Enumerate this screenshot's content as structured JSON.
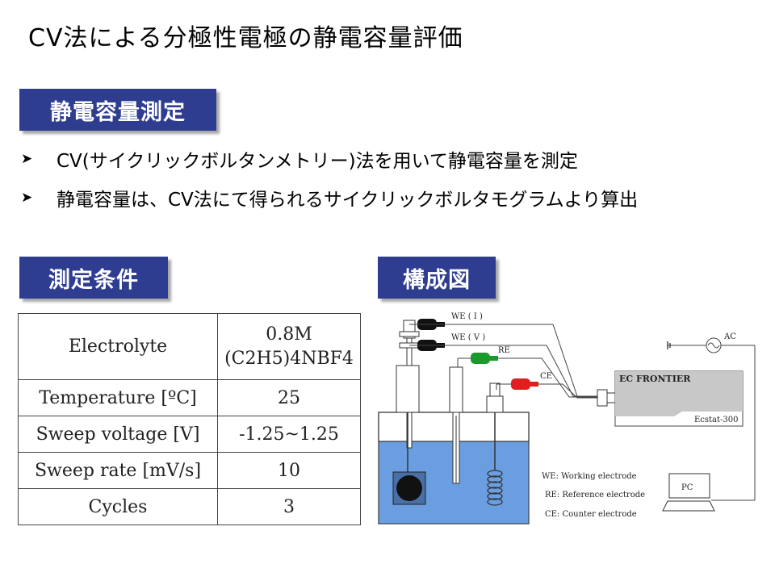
{
  "title": "CV法による分極性電極の静電容量評価",
  "section_capacitance": "静電容量測定",
  "bullets": [
    "CV(サイクリックボルタンメトリー)法を用いて静電容量を測定",
    "静電容量は、CV法にて得られるサイクリックボルタモグラムより算出"
  ],
  "section_conditions": "測定条件",
  "section_config": "構成図",
  "conditions": {
    "rows": [
      {
        "label": "Electrolyte",
        "value_line1": "0.8M",
        "value_line2": "(C2H5)4NBF4"
      },
      {
        "label": "Temperature [ºC]",
        "value": "25"
      },
      {
        "label": "Sweep voltage [V]",
        "value": "-1.25~1.25"
      },
      {
        "label": "Sweep rate [mV/s]",
        "value": "10"
      },
      {
        "label": "Cycles",
        "value": "3"
      }
    ]
  },
  "diagram": {
    "we_i": "WE ( I )",
    "we_v": "WE ( V )",
    "re": "RE",
    "ce": "CE",
    "ac": "AC",
    "device": "EC FRONTIER",
    "model": "Ecstat-300",
    "pc": "PC",
    "legend_we": "WE: Working electrode",
    "legend_re": "RE: Reference electrode",
    "legend_ce": "CE: Counter electrode",
    "colors": {
      "clip_black": "#111111",
      "clip_green": "#1a9a2a",
      "clip_red": "#e02020",
      "liquid": "#6a9ee0",
      "title_box": "#2e3d8f"
    }
  }
}
